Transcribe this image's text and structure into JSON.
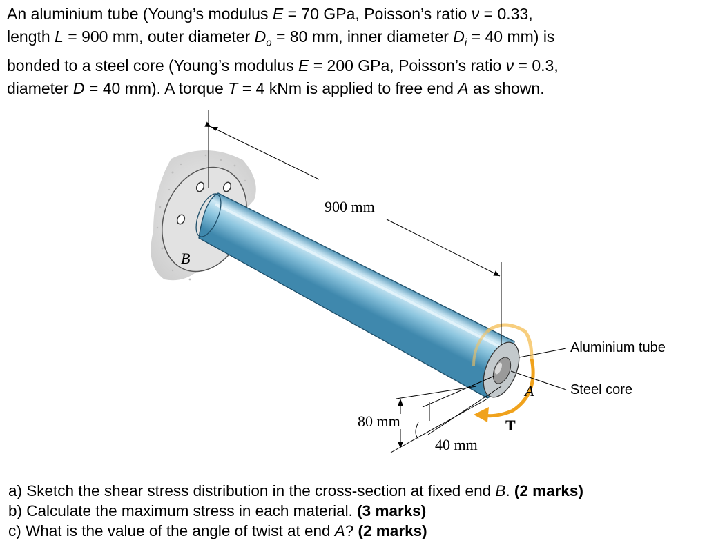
{
  "problem": {
    "line1_pre": "An aluminium tube (Young’s modulus ",
    "line1_E": "E",
    "line1_mid": " = 70 GPa, Poisson’s ratio ",
    "line1_nu": "ν",
    "line1_post": " = 0.33,",
    "line2_a": "length ",
    "line2_L": "L",
    "line2_b": " = 900 mm, outer diameter ",
    "line2_Do": "D",
    "line2_Do_sub": "o",
    "line2_c": " = 80 mm, inner diameter ",
    "line2_Di": "D",
    "line2_Di_sub": "i",
    "line2_d": " = 40 mm) is",
    "line3_a": "bonded to a steel core (Young’s modulus ",
    "line3_E": "E",
    "line3_b": " = 200 GPa, Poisson’s ratio ",
    "line3_nu": "ν",
    "line3_c": " = 0.3,",
    "line4_a": "diameter ",
    "line4_D": "D",
    "line4_b": " = 40 mm). A torque ",
    "line4_T": "T",
    "line4_c": " = 4 kNm is applied to free end ",
    "line4_A": "A",
    "line4_d": " as shown."
  },
  "figure": {
    "length_label": "900 mm",
    "outer_dia_label": "80 mm",
    "inner_dia_label": "40 mm",
    "fixed_end_label": "B",
    "free_end_label": "A",
    "torque_label": "T",
    "callout_tube": "Aluminium tube",
    "callout_core": "Steel core",
    "colors": {
      "tube_light": "#cfe9f5",
      "tube_mid": "#8fc7e0",
      "tube_dark": "#3f88ad",
      "core": "#9a9a9a",
      "torque_arrow": "#f0a21c",
      "wall": "#d9d9d9",
      "flange": "#e2e2e2"
    }
  },
  "questions": [
    {
      "text_a": "a) Sketch the shear stress distribution in the cross-section at fixed end ",
      "text_it": "B",
      "text_b": ". ",
      "marks": "(2 marks)"
    },
    {
      "text_a": "b) Calculate the maximum stress in each material. ",
      "text_it": "",
      "text_b": "",
      "marks": "(3 marks)"
    },
    {
      "text_a": "c) What is the value of the angle of twist at end ",
      "text_it": "A",
      "text_b": "? ",
      "marks": "(2 marks)"
    }
  ]
}
